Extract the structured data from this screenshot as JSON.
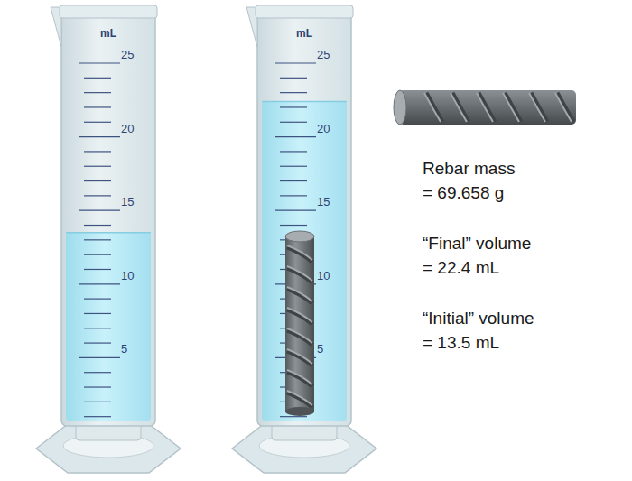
{
  "diagram": {
    "labels": [
      "mL",
      "25",
      "20",
      "15",
      "10",
      "5",
      "mL",
      "25",
      "20",
      "15",
      "10",
      "5",
      "Rebar mass",
      "= 69.658 g",
      "“Final” volume",
      "= 22.4 mL",
      "“Initial” volume",
      "= 13.5 mL"
    ]
  }
}
